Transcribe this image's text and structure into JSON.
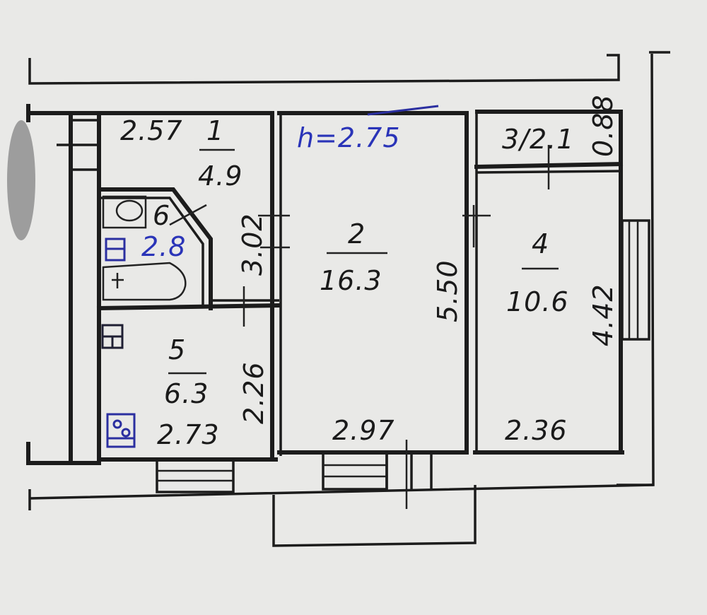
{
  "ceiling_height": "h=2.75",
  "rooms": [
    {
      "number": "1",
      "area": "4.9"
    },
    {
      "number": "2",
      "area": "16.3"
    },
    {
      "number": "3",
      "area": "2.1",
      "label": "3/2.1"
    },
    {
      "number": "4",
      "area": "10.6"
    },
    {
      "number": "5",
      "area": "6.3"
    },
    {
      "number": "6",
      "area": "2.8"
    }
  ],
  "dimensions": {
    "corridor_width": "2.57",
    "room1_depth": "3.02",
    "room5_depth": "2.26",
    "room5_width": "2.73",
    "room2_width": "2.97",
    "room2_depth": "5.50",
    "room4_width": "2.36",
    "room4_depth": "4.42",
    "balcony_depth": "0.88"
  }
}
